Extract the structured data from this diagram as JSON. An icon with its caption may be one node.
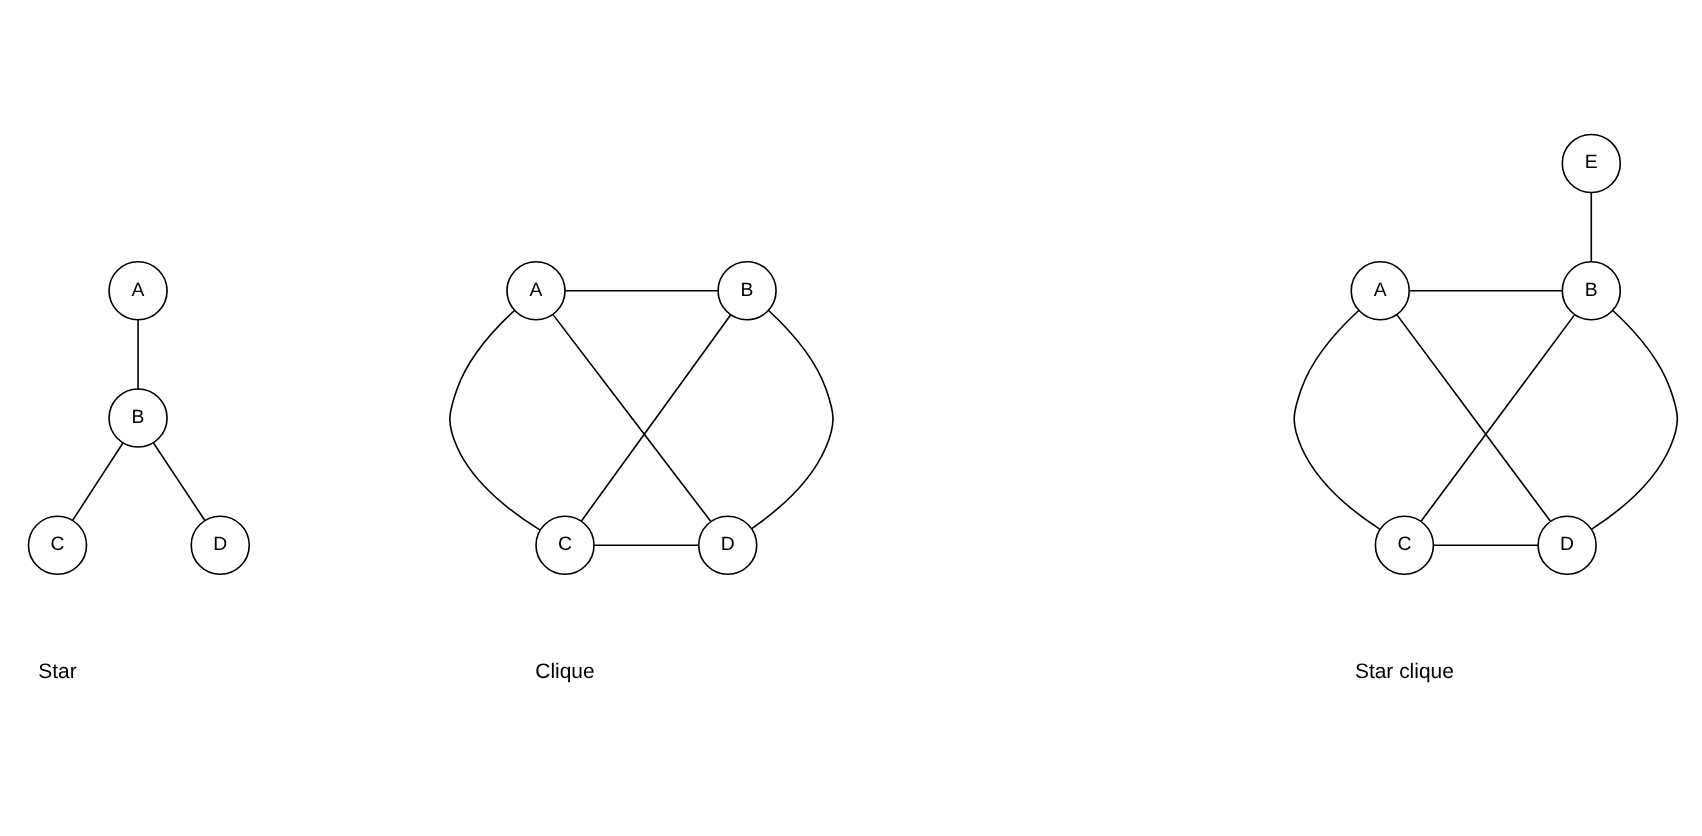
{
  "diagram": {
    "nodes": [
      {
        "text": [
          "A"
        ]
      },
      {
        "text": [
          "B"
        ]
      },
      {
        "text": [
          "C"
        ]
      },
      {
        "text": [
          "D"
        ]
      },
      {
        "text": [
          "A"
        ]
      },
      {
        "text": [
          "B"
        ]
      },
      {
        "text": [
          "C"
        ]
      },
      {
        "text": [
          "D"
        ]
      },
      {
        "text": [
          "A"
        ]
      },
      {
        "text": [
          "B"
        ]
      },
      {
        "text": [
          "C"
        ]
      },
      {
        "text": [
          "D"
        ]
      },
      {
        "text": [
          "E"
        ]
      }
    ],
    "edges": [
      {
        "from": 0,
        "to": 1,
        "arrow": "none"
      },
      {
        "from": 1,
        "to": 2,
        "arrow": "none"
      },
      {
        "from": 1,
        "to": 3,
        "arrow": "none"
      },
      {
        "from": 4,
        "to": 5,
        "arrow": "none"
      },
      {
        "from": 4,
        "to": 6,
        "arrow": "none"
      },
      {
        "from": 4,
        "to": 7,
        "arrow": "none"
      },
      {
        "from": 5,
        "to": 6,
        "arrow": "none"
      },
      {
        "from": 5,
        "to": 7,
        "arrow": "none"
      },
      {
        "from": 6,
        "to": 7,
        "arrow": "none"
      },
      {
        "from": 8,
        "to": 9,
        "arrow": "none"
      },
      {
        "from": 8,
        "to": 10,
        "arrow": "none"
      },
      {
        "from": 8,
        "to": 11,
        "arrow": "none"
      },
      {
        "from": 9,
        "to": 10,
        "arrow": "none"
      },
      {
        "from": 9,
        "to": 11,
        "arrow": "none"
      },
      {
        "from": 10,
        "to": 11,
        "arrow": "none"
      },
      {
        "from": 12,
        "to": 9,
        "arrow": "none"
      }
    ],
    "labels": [
      "Star",
      "Clique",
      "Star clique"
    ]
  }
}
